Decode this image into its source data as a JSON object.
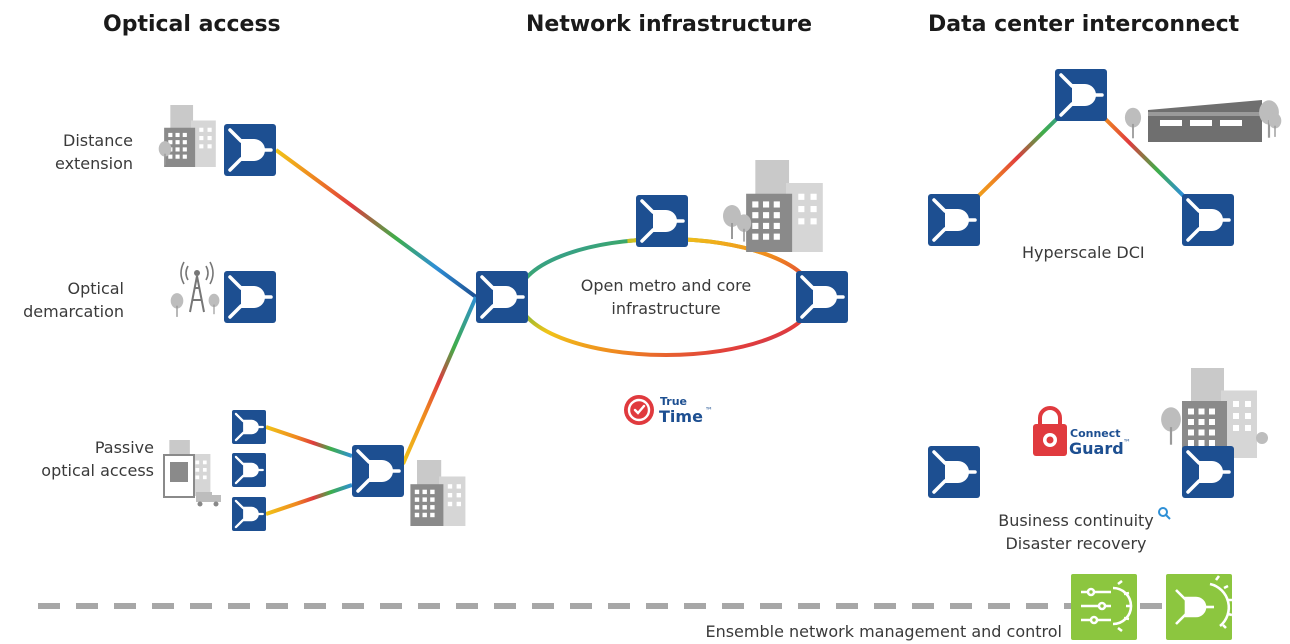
{
  "headings": {
    "optical_access": "Optical access",
    "network_infrastructure": "Network infrastructure",
    "data_center_interconnect": "Data center interconnect"
  },
  "labels": {
    "distance_extension": [
      "Distance",
      "extension"
    ],
    "optical_demarcation": [
      "Optical",
      "demarcation"
    ],
    "passive_optical_access": [
      "Passive",
      "optical access"
    ],
    "open_metro_core": [
      "Open metro and core",
      "infrastructure"
    ],
    "hyperscale_dci": "Hyperscale DCI",
    "business_continuity": "Business continuity",
    "disaster_recovery": "Disaster recovery",
    "ensemble": "Ensemble network management and control"
  },
  "logos": {
    "truetime": {
      "line1": "True",
      "line2": "Time",
      "tm": "™"
    },
    "connectguard": {
      "line1": "Connect",
      "line2": "Guard",
      "tm": "™"
    }
  },
  "colors": {
    "node_blue": "#1d4f91",
    "node_icon": "#ffffff",
    "building_gray": "#9a9a9a",
    "logo_red": "#e03a3e",
    "ensemble_green": "#8cc63f",
    "dash_gray": "#a7a7a7",
    "link_gradient": [
      "#2e8fd6",
      "#3fae49",
      "#f0c419",
      "#ef8a1f",
      "#e03a3e"
    ]
  },
  "icons": [
    "network-element-icon",
    "office-building-icon",
    "cell-tower-icon",
    "tree-icon",
    "data-center-icon",
    "delivery-truck-icon",
    "search-icon",
    "truetime-clock-icon",
    "connectguard-lock-icon",
    "ensemble-controller-icon",
    "ensemble-network-element-icon"
  ]
}
